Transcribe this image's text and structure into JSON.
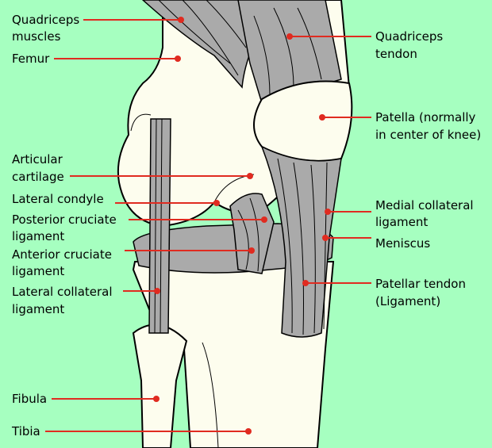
{
  "title": "Knee anatomy diagram",
  "colors": {
    "background": "#a6ffc0",
    "bone": "#fdfdee",
    "ligament": "#aaaaaa",
    "leader": "#e02b20"
  },
  "labels_left": [
    {
      "id": "quadriceps-muscles",
      "lines": [
        "Quadriceps",
        "muscles"
      ]
    },
    {
      "id": "femur",
      "lines": [
        "Femur"
      ]
    },
    {
      "id": "articular-cartilage",
      "lines": [
        "Articular",
        "cartilage"
      ]
    },
    {
      "id": "lateral-condyle",
      "lines": [
        "Lateral condyle"
      ]
    },
    {
      "id": "posterior-cruciate-ligament",
      "lines": [
        "Posterior cruciate",
        "ligament"
      ]
    },
    {
      "id": "anterior-cruciate-ligament",
      "lines": [
        "Anterior cruciate",
        "ligament"
      ]
    },
    {
      "id": "lateral-collateral-ligament",
      "lines": [
        "Lateral collateral",
        "ligament"
      ]
    },
    {
      "id": "fibula",
      "lines": [
        "Fibula"
      ]
    },
    {
      "id": "tibia",
      "lines": [
        "Tibia"
      ]
    }
  ],
  "labels_right": [
    {
      "id": "quadriceps-tendon",
      "lines": [
        "Quadriceps",
        "tendon"
      ]
    },
    {
      "id": "patella",
      "lines": [
        "Patella (normally",
        "in center of knee)"
      ]
    },
    {
      "id": "medial-collateral-ligament",
      "lines": [
        "Medial collateral",
        "ligament"
      ]
    },
    {
      "id": "meniscus",
      "lines": [
        "Meniscus"
      ]
    },
    {
      "id": "patellar-tendon",
      "lines": [
        "Patellar tendon",
        "(Ligament)"
      ]
    }
  ]
}
